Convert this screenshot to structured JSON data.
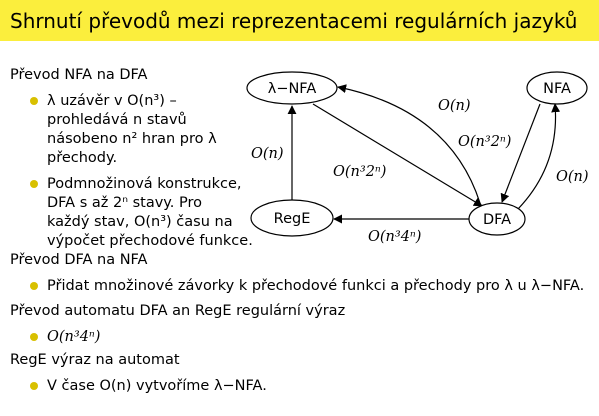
{
  "title": "Shrnutí převodů mezi reprezentacemi regulárních jazyků",
  "sections": [
    {
      "heading": "Převod NFA na DFA",
      "items": [
        {
          "lines": [
            "λ uzávěr v O(n³) –",
            "prohledává n stavů",
            "násobeno n² hran pro λ",
            "přechody."
          ]
        },
        {
          "lines": [
            "Podmnožinová konstrukce,",
            "DFA s až 2ⁿ stavy. Pro",
            "každý stav, O(n³) času na",
            "výpočet přechodové funkce."
          ]
        }
      ]
    },
    {
      "heading": "Převod DFA na NFA",
      "items": [
        {
          "lines": [
            "Přidat množinové závorky k přechodové funkci a přechody pro λ u λ−NFA."
          ]
        }
      ]
    },
    {
      "heading": "Převod automatu DFA an RegE regulární výraz",
      "items": [
        {
          "lines": [
            "O(n³4ⁿ)"
          ]
        }
      ]
    },
    {
      "heading": "RegE výraz na automat",
      "items": [
        {
          "lines": [
            "V čase O(n) vytvoříme λ−NFA."
          ]
        }
      ]
    }
  ],
  "diagram": {
    "nodes": {
      "lnfa": "λ−NFA",
      "nfa": "NFA",
      "rege": "RegE",
      "dfa": "DFA"
    },
    "edges": {
      "rege_to_lnfa": "O(n)",
      "lnfa_to_dfa": "O(n³2ⁿ)",
      "dfa_to_lnfa": "O(n)",
      "nfa_to_dfa": "O(n³2ⁿ)",
      "dfa_to_nfa": "O(n)",
      "dfa_to_rege": "O(n³4ⁿ)"
    }
  },
  "colors": {
    "title_bar": "#fbee3d",
    "bullet": "#d8c000"
  }
}
